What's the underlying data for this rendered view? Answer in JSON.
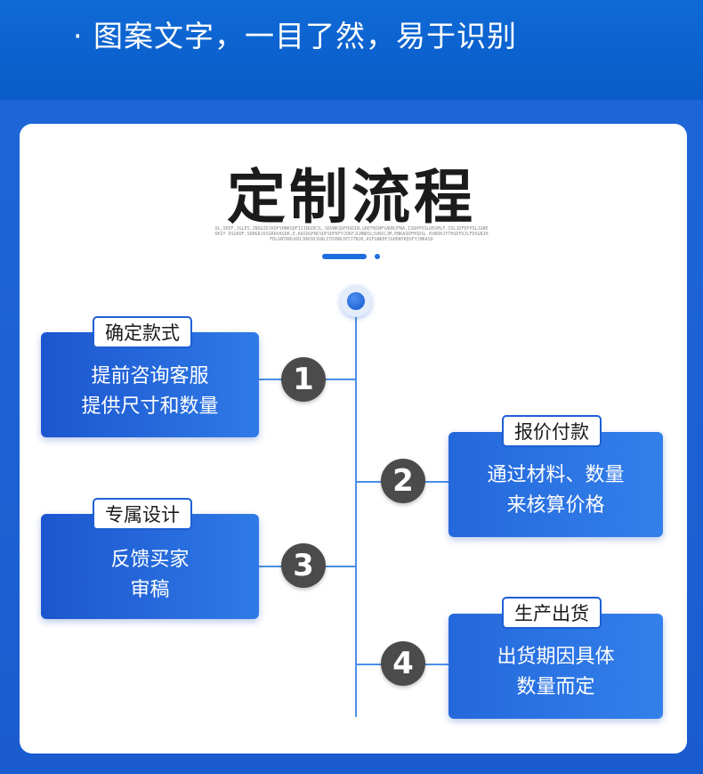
{
  "banner": {
    "text": "· 图案文字，一目了然，易于识别"
  },
  "section": {
    "title": "定制流程",
    "subtitle": "OL,IKEF,JGLES,INSGIDJKDFSHNKSDFIJINSOEJL,SDVNKSDFHSDIN,GREFNINFSADNJFNA,ISDHFOSLDEGMLF,CDLJDFDFPSLJGNEDKIY DSGKDF,SDNGRJDSGRDVASDK,E,KASDGFNCSDFSDFKFYJOKFJLHNDSLSVNICJM,ENKASDFHSDSL KVNDKJYTHSDFUJLFDSGNJHFDLGNTRRLKRIJRKSDJGNLSTDVNKJKTJTNJK,ASFGNKDFJGHDNYKDSFYJNKASD"
  },
  "steps": [
    {
      "number": "1",
      "tag": "确定款式",
      "line1": "提前咨询客服",
      "line2": "提供尺寸和数量"
    },
    {
      "number": "2",
      "tag": "报价付款",
      "line1": "通过材料、数量",
      "line2": "来核算价格"
    },
    {
      "number": "3",
      "tag": "专属设计",
      "line1": "反馈买家",
      "line2": "审稿"
    },
    {
      "number": "4",
      "tag": "生产出货",
      "line1": "出货期因具体",
      "line2": "数量而定"
    }
  ],
  "colors": {
    "primary": "#1e5fd4",
    "number_bg": "#4b4b4b",
    "line": "#4b8fe8"
  }
}
